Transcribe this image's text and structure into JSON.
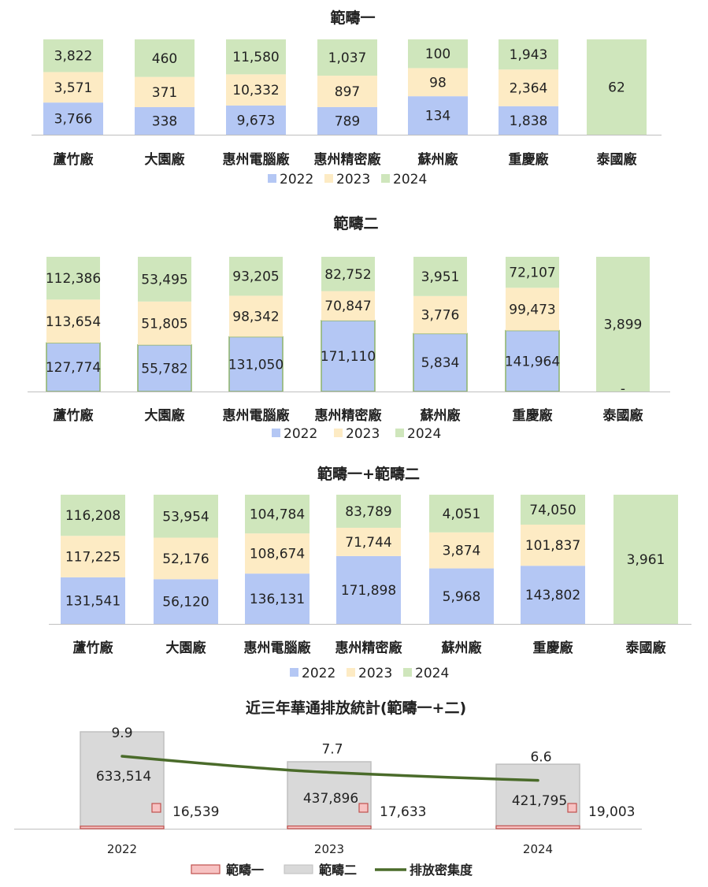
{
  "colors": {
    "y2022": "#b4c7f4",
    "y2023": "#fdebc4",
    "y2024": "#cfe6bc",
    "scope1_fill": "#f7c2c2",
    "scope1_stroke": "#c0504d",
    "scope2_fill": "#d9d9d9",
    "scope2_stroke": "#bfbfbf",
    "intensity_line": "#4a6b2a",
    "axis": "#bfbfbf"
  },
  "chart_data": [
    {
      "type": "bar",
      "stacked": true,
      "title": "範疇一",
      "categories": [
        "蘆竹廠",
        "大園廠",
        "惠州電腦廠",
        "惠州精密廠",
        "蘇州廠",
        "重慶廠",
        "泰國廠"
      ],
      "series": [
        {
          "name": "2022",
          "values": [
            3766,
            338,
            9673,
            789,
            134,
            1838,
            null
          ],
          "labels": [
            "3,766",
            "338",
            "9,673",
            "789",
            "134",
            "1,838",
            ""
          ]
        },
        {
          "name": "2023",
          "values": [
            3571,
            371,
            10332,
            897,
            98,
            2364,
            null
          ],
          "labels": [
            "3,571",
            "371",
            "10,332",
            "897",
            "98",
            "2,364",
            ""
          ]
        },
        {
          "name": "2024",
          "values": [
            3822,
            460,
            11580,
            1037,
            100,
            1943,
            62
          ],
          "labels": [
            "3,822",
            "460",
            "11,580",
            "1,037",
            "100",
            "1,943",
            "62"
          ]
        }
      ],
      "legend": "bottom",
      "normalized_100": true
    },
    {
      "type": "bar",
      "stacked": true,
      "title": "範疇二",
      "categories": [
        "蘆竹廠",
        "大園廠",
        "惠州電腦廠",
        "惠州精密廠",
        "蘇州廠",
        "重慶廠",
        "泰國廠"
      ],
      "series": [
        {
          "name": "2022",
          "values": [
            127774,
            55782,
            131050,
            171110,
            5834,
            141964,
            null
          ],
          "labels": [
            "127,774",
            "55,782",
            "131,050",
            "171,110",
            "5,834",
            "141,964",
            ""
          ]
        },
        {
          "name": "2023",
          "values": [
            113654,
            51805,
            98342,
            70847,
            3776,
            99473,
            null
          ],
          "labels": [
            "113,654",
            "51,805",
            "98,342",
            "70,847",
            "3,776",
            "99,473",
            ""
          ]
        },
        {
          "name": "2024",
          "values": [
            112386,
            53495,
            93205,
            82752,
            3951,
            72107,
            3899
          ],
          "labels": [
            "112,386",
            "53,495",
            "93,205",
            "82,752",
            "3,951",
            "72,107",
            "3,899"
          ]
        }
      ],
      "legend": "bottom",
      "normalized_100": true,
      "baseline_marker": "-"
    },
    {
      "type": "bar",
      "stacked": true,
      "title": "範疇一+範疇二",
      "categories": [
        "蘆竹廠",
        "大園廠",
        "惠州電腦廠",
        "惠州精密廠",
        "蘇州廠",
        "重慶廠",
        "泰國廠"
      ],
      "series": [
        {
          "name": "2022",
          "values": [
            131541,
            56120,
            136131,
            171898,
            5968,
            143802,
            null
          ],
          "labels": [
            "131,541",
            "56,120",
            "136,131",
            "171,898",
            "5,968",
            "143,802",
            ""
          ]
        },
        {
          "name": "2023",
          "values": [
            117225,
            52176,
            108674,
            71744,
            3874,
            101837,
            null
          ],
          "labels": [
            "117,225",
            "52,176",
            "108,674",
            "71,744",
            "3,874",
            "101,837",
            ""
          ]
        },
        {
          "name": "2024",
          "values": [
            116208,
            53954,
            104784,
            83789,
            4051,
            74050,
            3961
          ],
          "labels": [
            "116,208",
            "53,954",
            "104,784",
            "83,789",
            "4,051",
            "74,050",
            "3,961"
          ]
        }
      ],
      "legend": "bottom",
      "normalized_100": true
    },
    {
      "type": "bar",
      "title": "近三年華通排放統計(範疇一+二)",
      "categories": [
        "2022",
        "2023",
        "2024"
      ],
      "series": [
        {
          "name": "範疇一",
          "kind": "bar",
          "values": [
            16539,
            17633,
            19003
          ],
          "labels": [
            "16,539",
            "17,633",
            "19,003"
          ]
        },
        {
          "name": "範疇二",
          "kind": "bar",
          "values": [
            633514,
            437896,
            421795
          ],
          "labels": [
            "633,514",
            "437,896",
            "421,795"
          ]
        },
        {
          "name": "排放密集度",
          "kind": "line",
          "values": [
            9.9,
            7.7,
            6.6
          ],
          "labels": [
            "9.9",
            "7.7",
            "6.6"
          ]
        }
      ],
      "legend": "bottom"
    }
  ]
}
